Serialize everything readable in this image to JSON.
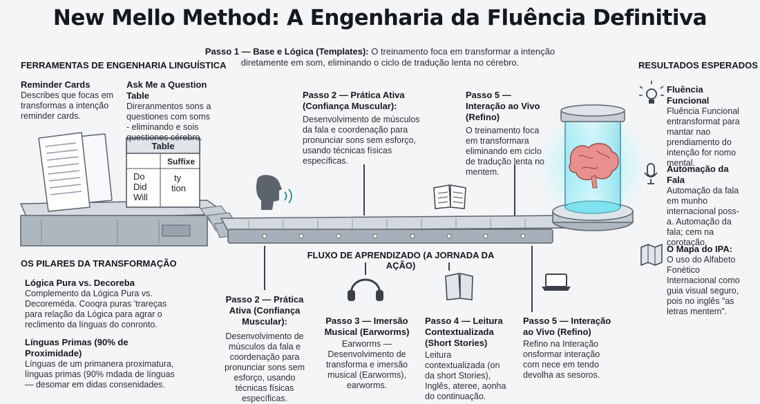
{
  "title": "New Mello Method: A Engenharia da Fluência Definitiva",
  "step1": {
    "label": "Passo 1 — Base e Lógica (Templates):",
    "text": " O treinamento foca em transformar a intenção diretamente em som, eliminando o ciclo de tradução lenta no cérebro."
  },
  "tools": {
    "header": "FERRAMENTAS DE ENGENHARIA LINGUÍSTICA",
    "reminder": {
      "title": "Reminder Cards",
      "text": "Describes que focas em transformas a intenção reminder cards."
    },
    "ask": {
      "title": "Ask Me a Question Table",
      "text": "Direranmentos sons a questiones com soms - eliminando e sois questiones cérebro."
    },
    "table": {
      "title": "Table",
      "suffix": "Suffixe",
      "rows": [
        "Do",
        "Did",
        "Will"
      ],
      "suffix_rows": [
        "ty",
        "tion"
      ]
    }
  },
  "upper_steps": [
    {
      "title": "Passo 2 — Prática Ativa (Confiança Muscular):",
      "text": "Desenvolvimento de músculos da fala e coordenação para pronunciar sons sem esforço, usando técnicas físicas específicas."
    },
    {
      "title": "Passo 5 — Interação ao Vivo (Refino)",
      "text": "O treinamento foca em transformara eliminando  em ciclo de tradução lenta no mentem."
    }
  ],
  "flow_label": "FLUXO DE APRENDIZADO (A JORNADA DA AÇÃO)",
  "pillars": {
    "header": "OS PILARES DA TRANSFORMAÇÃO",
    "items": [
      {
        "title": "Lógica Pura vs. Decoreba",
        "text": "Complemento da Lógica Pura vs. Decoreméda. Cooqra puras 'trareças para relação da Lógica para agrar o reclimento da línguas do conronto."
      },
      {
        "title": "Línguas Primas (90% de Proximidade)",
        "text": "Línguas de um primanera proximatura, línguas primas (90% mdada de línguas — desomar em didas consenidades."
      }
    ]
  },
  "lower_steps": [
    {
      "title": "Passo 2 — Prática Ativa (Confiança Muscular):",
      "text": "Desenvolvimento de músculos da fala e coordenação para pronunciar sons sem esforço, usando técnicas físicas específicas."
    },
    {
      "title": "Passo 3 — Imersão Musical (Earworms)",
      "text": "Earworms — Desenvolvimento de transforma e imersão musical (Earworms), earworms."
    },
    {
      "title": "Passo 4 — Leitura Contextualizada (Short Stories)",
      "text": "Leitura contextualizada (on da short Stories), Inglês, ateree, aonha do continuação."
    },
    {
      "title": "Passo 5 — Interação ao Vivo (Refino)",
      "text": "Refino na Interação onsformar interação com nece em tendo devolha as sesoros."
    }
  ],
  "results": {
    "header": "RESULTADOS ESPERADOS",
    "items": [
      {
        "title": "Fluência Funcional",
        "text": "Fluência Funcional entransformat para mantar nao prendiamento do intenção for nomo mental.",
        "icon": "lightbulb-icon"
      },
      {
        "title": "Automação da Fala",
        "text": "Automação da fala em munho internacional poss-a. Automação da fala; cem na corotação.",
        "icon": "microphone-icon"
      },
      {
        "title": "O Mapa do IPA:",
        "text": "O uso do Alfabeto Fonético Internacional como guia visual seguro, pois no inglês \"as letras mentem\".",
        "icon": "map-icon"
      }
    ]
  },
  "colors": {
    "accent": "#39c2d6",
    "belt": "#c4cbd3",
    "belt_dark": "#7d8791",
    "brain": "#e8908e"
  }
}
